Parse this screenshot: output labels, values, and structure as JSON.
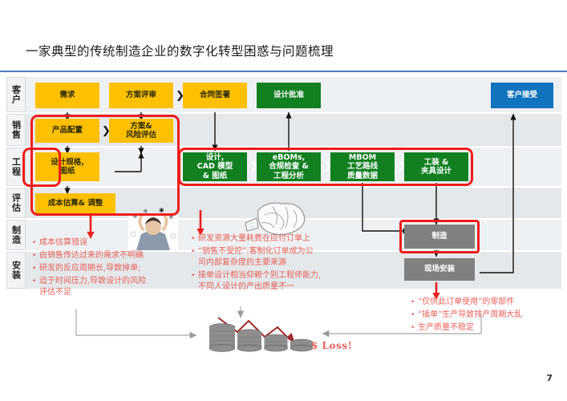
{
  "slide": {
    "title": "一家典型的传统制造企业的数字化转型困惑与问题梳理",
    "page_number": "7",
    "accent_rule_color": "#4a7ebb"
  },
  "swimlanes": [
    {
      "label": "客户"
    },
    {
      "label": "销售"
    },
    {
      "label": "工程"
    },
    {
      "label": "评估"
    },
    {
      "label": "制造"
    },
    {
      "label": "安装"
    }
  ],
  "process": {
    "customer_row": [
      {
        "label": "需求",
        "color": "#ffc000"
      },
      {
        "label": "方案评审",
        "color": "#ffc000"
      },
      {
        "label": "合同签署",
        "color": "#ffc000"
      },
      {
        "label": "设计批准",
        "color": "#128021"
      }
    ],
    "customer_accept": {
      "label": "客户接受",
      "color": "#1073bd"
    },
    "sales_row": [
      {
        "label": "产品配置",
        "color": "#ffc000"
      },
      {
        "label": "方案&\n风险评估",
        "line1": "方案&",
        "line2": "风险评估",
        "color": "#ffc000"
      }
    ],
    "engineering_left": {
      "line1": "设计规格,",
      "line2": "图纸",
      "color": "#ffc000"
    },
    "engineering_row": [
      {
        "line1": "设计,",
        "line2": "CAD 模型",
        "line3": "& 图纸",
        "color": "#128021"
      },
      {
        "line1": "eBOMs,",
        "line2": "合规检查 &",
        "line3": "工程分析",
        "color": "#128021"
      },
      {
        "line1": "MBOM",
        "line2": "工艺路线",
        "line3": "质量数据",
        "color": "#128021"
      },
      {
        "line1": "工装 &",
        "line2": "夹具设计",
        "color": "#128021"
      }
    ],
    "evaluation": {
      "label": "成本估算& 调整",
      "color": "#ffc000"
    },
    "manufacturing": {
      "label": "制造",
      "color": "#808080"
    },
    "installation": {
      "label": "现场安装",
      "color": "#808080"
    },
    "chevron": "❯"
  },
  "issues": {
    "left": [
      "成本估算错误",
      "由销售传达过来的需求不明确",
      "研发的反应周期长,导致掉单;",
      "迫于时间压力,导致设计的风险",
      "评估不足"
    ],
    "middle": [
      "研发资源大量耗费在应付订单上",
      "“销售不受控”:客制化订单成为公",
      "司内部复杂度的主要来源",
      "接单设计相当仰赖个别工程师能力,",
      "不同人设计的产出质量不一"
    ],
    "right": [
      "“仅供此订单使用”的零部件",
      "“插单”生产导致排产周期大乱",
      "生产质量不稳定"
    ],
    "bullet_glyph": "•",
    "text_color": "#e8605a"
  },
  "graphics": {
    "loss_label": "$ Loss!",
    "highlight_color": "#ef1c1c"
  }
}
